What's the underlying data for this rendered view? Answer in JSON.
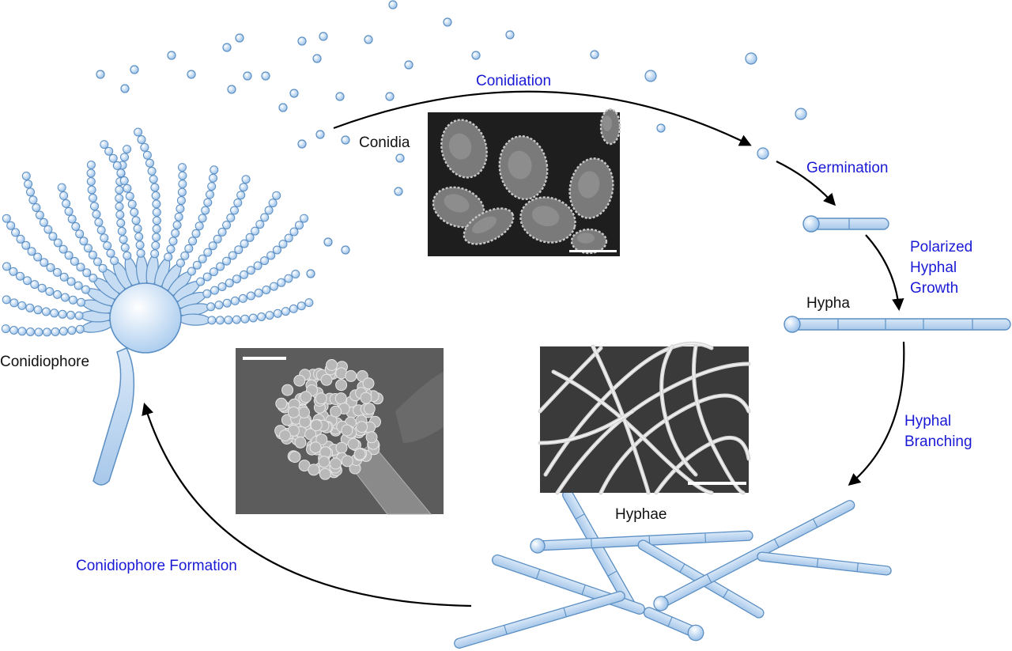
{
  "stages": {
    "conidiation": "Conidiation",
    "germination": "Germination",
    "polarized_growth": [
      "Polarized",
      "Hyphal",
      "Growth"
    ],
    "hyphal_branching": [
      "Hyphal",
      "Branching"
    ],
    "conidiophore_formation": "Conidiophore Formation"
  },
  "structures": {
    "conidia": "Conidia",
    "hypha": "Hypha",
    "hyphae": "Hyphae",
    "conidiophore": "Conidiophore"
  },
  "colors": {
    "stage_text": "#1a1ad6",
    "structure_text": "#111111",
    "cell_fill": "#bcd6f0",
    "cell_stroke": "#5b8fc4",
    "arrow": "#000000",
    "micrograph_bg": "#1e1e1e",
    "micrograph_bg_gray": "#5c5c5c"
  },
  "micrographs": [
    {
      "name": "conidia-micrograph",
      "scale_bar": true,
      "tone": "dark"
    },
    {
      "name": "conidiophore-micrograph",
      "scale_bar": true,
      "tone": "gray"
    },
    {
      "name": "hyphae-micrograph",
      "scale_bar": true,
      "tone": "dark"
    }
  ]
}
